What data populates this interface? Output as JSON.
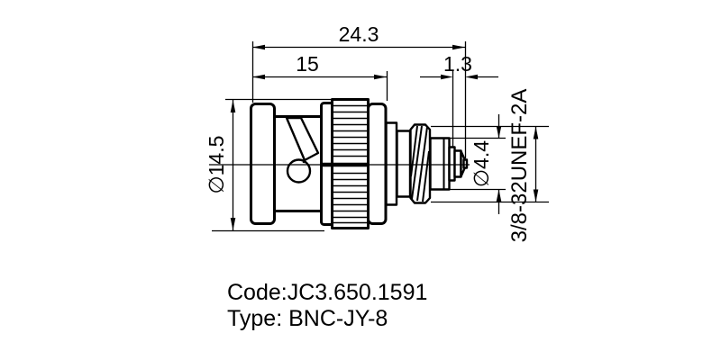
{
  "dimensions": {
    "overall_length": "24.3",
    "front_length": "15",
    "pin_length": "1.3",
    "body_diameter": "∅14.5",
    "pin_diameter": "∅4.4",
    "thread_spec": "3/8-32UNEF-2A"
  },
  "footer": {
    "code": "Code:JC3.650.1591",
    "type": "Type: BNC-JY-8"
  },
  "colors": {
    "line": "#000000",
    "background": "#ffffff"
  }
}
